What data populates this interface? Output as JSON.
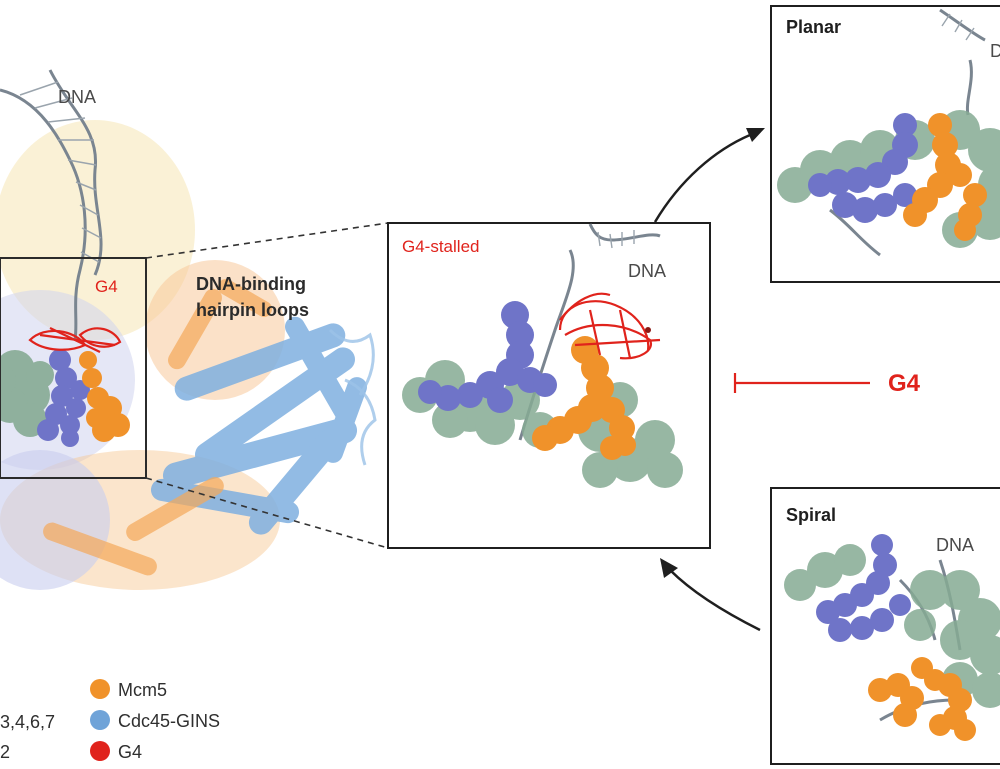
{
  "overview": {
    "dna_label": "DNA",
    "g4_label": "G4",
    "hairpin_label_line1": "DNA-binding",
    "hairpin_label_line2": "hairpin loops"
  },
  "panels": {
    "stalled": {
      "title": "G4-stalled",
      "dna_label": "DNA"
    },
    "planar": {
      "title": "Planar",
      "dna_label": "D"
    },
    "spiral": {
      "title": "Spiral",
      "dna_label": "DNA"
    }
  },
  "inhibition": {
    "label": "G4"
  },
  "legend": {
    "left_items": [
      {
        "label": "3,4,6,7"
      },
      {
        "label": "2"
      }
    ],
    "items": [
      {
        "label": "Mcm5",
        "color": "#f0922a"
      },
      {
        "label": "Cdc45-GINS",
        "color": "#6fa3d8"
      },
      {
        "label": "G4",
        "color": "#e0231c"
      }
    ]
  },
  "colors": {
    "mcm5": "#f0922a",
    "mcm2": "#6f74c8",
    "mcm_other": "#86ab94",
    "cdc45_gins": "#6fa3d8",
    "g4": "#e0231c",
    "dna": "#7a8590"
  }
}
